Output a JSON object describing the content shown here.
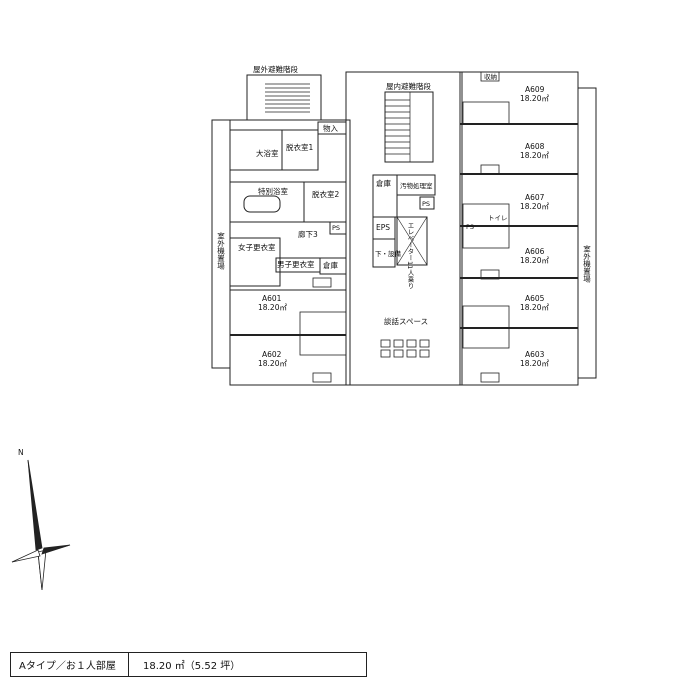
{
  "rooms": [
    {
      "id": "A609",
      "area": "18.20㎡"
    },
    {
      "id": "A608",
      "area": "18.20㎡"
    },
    {
      "id": "A607",
      "area": "18.20㎡"
    },
    {
      "id": "A606",
      "area": "18.20㎡"
    },
    {
      "id": "A605",
      "area": "18.20㎡"
    },
    {
      "id": "A603",
      "area": "18.20㎡"
    },
    {
      "id": "A601",
      "area": "18.20㎡"
    },
    {
      "id": "A602",
      "area": "18.20㎡"
    }
  ],
  "labels": {
    "outdoor_stairs": "屋外避難階段",
    "indoor_stairs": "屋内避難階段",
    "large_bath": "大浴室",
    "dressing1": "脱衣室1",
    "dressing2": "脱衣室2",
    "special_bath": "特別浴室",
    "corridor3": "廊下3",
    "womens_locker": "女子更衣室",
    "mens_locker": "男子更衣室",
    "storage_in": "物入",
    "warehouse1": "倉庫",
    "warehouse2": "倉庫",
    "dirty_room": "汚物処理室",
    "eps": "EPS",
    "ps1": "PS",
    "ps2": "PS",
    "ps3": "PS",
    "elevator": "エレベーター11人乗り",
    "kitchen": "下・設備",
    "lounge": "談話スペース",
    "outdoor_unit_left": "室外機置場",
    "outdoor_unit_right": "室外機置場",
    "closet": "収納",
    "toilet": "トイレ",
    "north": "N"
  },
  "caption": {
    "type": "Aタイプ／お１人部屋",
    "area": "18.20 ㎡（5.52 坪）"
  }
}
